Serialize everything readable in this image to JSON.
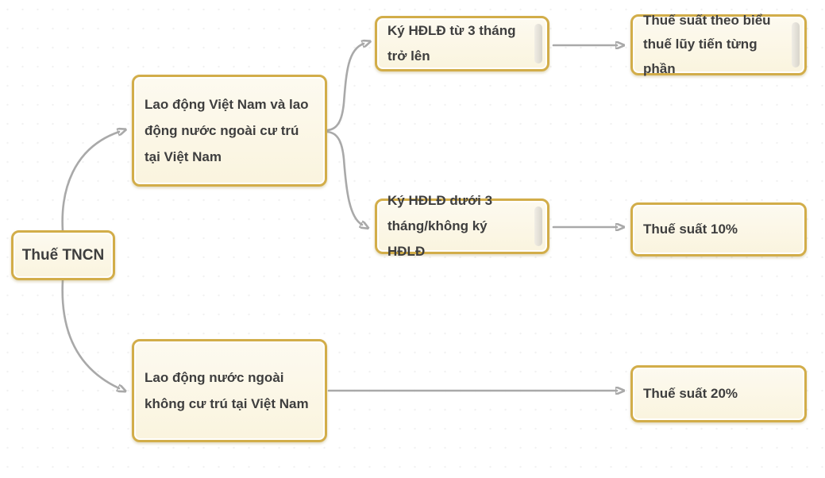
{
  "diagram": {
    "type": "flowchart",
    "nodes": {
      "root": {
        "label": "Thuế TNCN"
      },
      "resident": {
        "label": "Lao động Việt Nam và lao động nước ngoài cư trú tại Việt Nam"
      },
      "contract3m": {
        "label": "Ký HĐLĐ từ 3 tháng trở lên"
      },
      "progressive": {
        "label": "Thuế suất theo biểu thuế lũy tiến từng phần"
      },
      "under3m": {
        "label": "Ký HĐLĐ dưới 3 tháng/không ký HĐLĐ"
      },
      "rate10": {
        "label": "Thuế suất 10%"
      },
      "nonresident": {
        "label": "Lao động nước ngoài không cư trú tại Việt Nam"
      },
      "rate20": {
        "label": "Thuế suất 20%"
      }
    },
    "edges": [
      {
        "from": "root",
        "to": "resident"
      },
      {
        "from": "root",
        "to": "nonresident"
      },
      {
        "from": "resident",
        "to": "contract3m"
      },
      {
        "from": "resident",
        "to": "under3m"
      },
      {
        "from": "contract3m",
        "to": "progressive"
      },
      {
        "from": "under3m",
        "to": "rate10"
      },
      {
        "from": "nonresident",
        "to": "rate20"
      }
    ],
    "colors": {
      "box_border": "#d2ad49",
      "box_fill": "#fbf6e2",
      "text": "#3e3e3e",
      "arrow": "#a9a9a9",
      "background": "#ffffff"
    }
  }
}
